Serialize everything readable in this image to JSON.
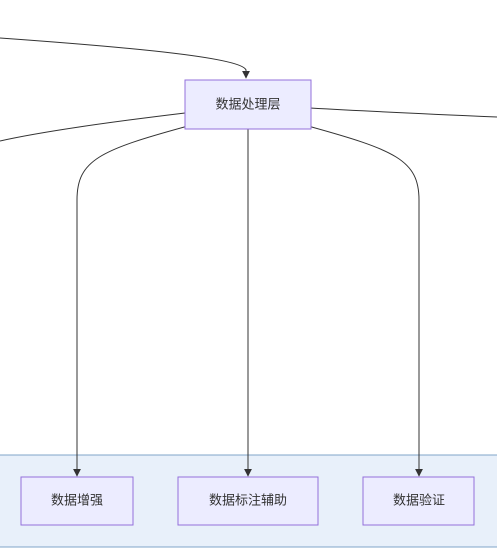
{
  "diagram": {
    "main_node": {
      "label": "数据处理层"
    },
    "child_nodes": [
      {
        "label": "数据增强"
      },
      {
        "label": "数据标注辅助"
      },
      {
        "label": "数据验证"
      }
    ]
  },
  "colors": {
    "node_fill": "#ECECFF",
    "node_border": "#9370DB",
    "group_fill": "#E8F0FA",
    "group_border": "#7FA4C8",
    "edge": "#333333",
    "text": "#333333"
  }
}
